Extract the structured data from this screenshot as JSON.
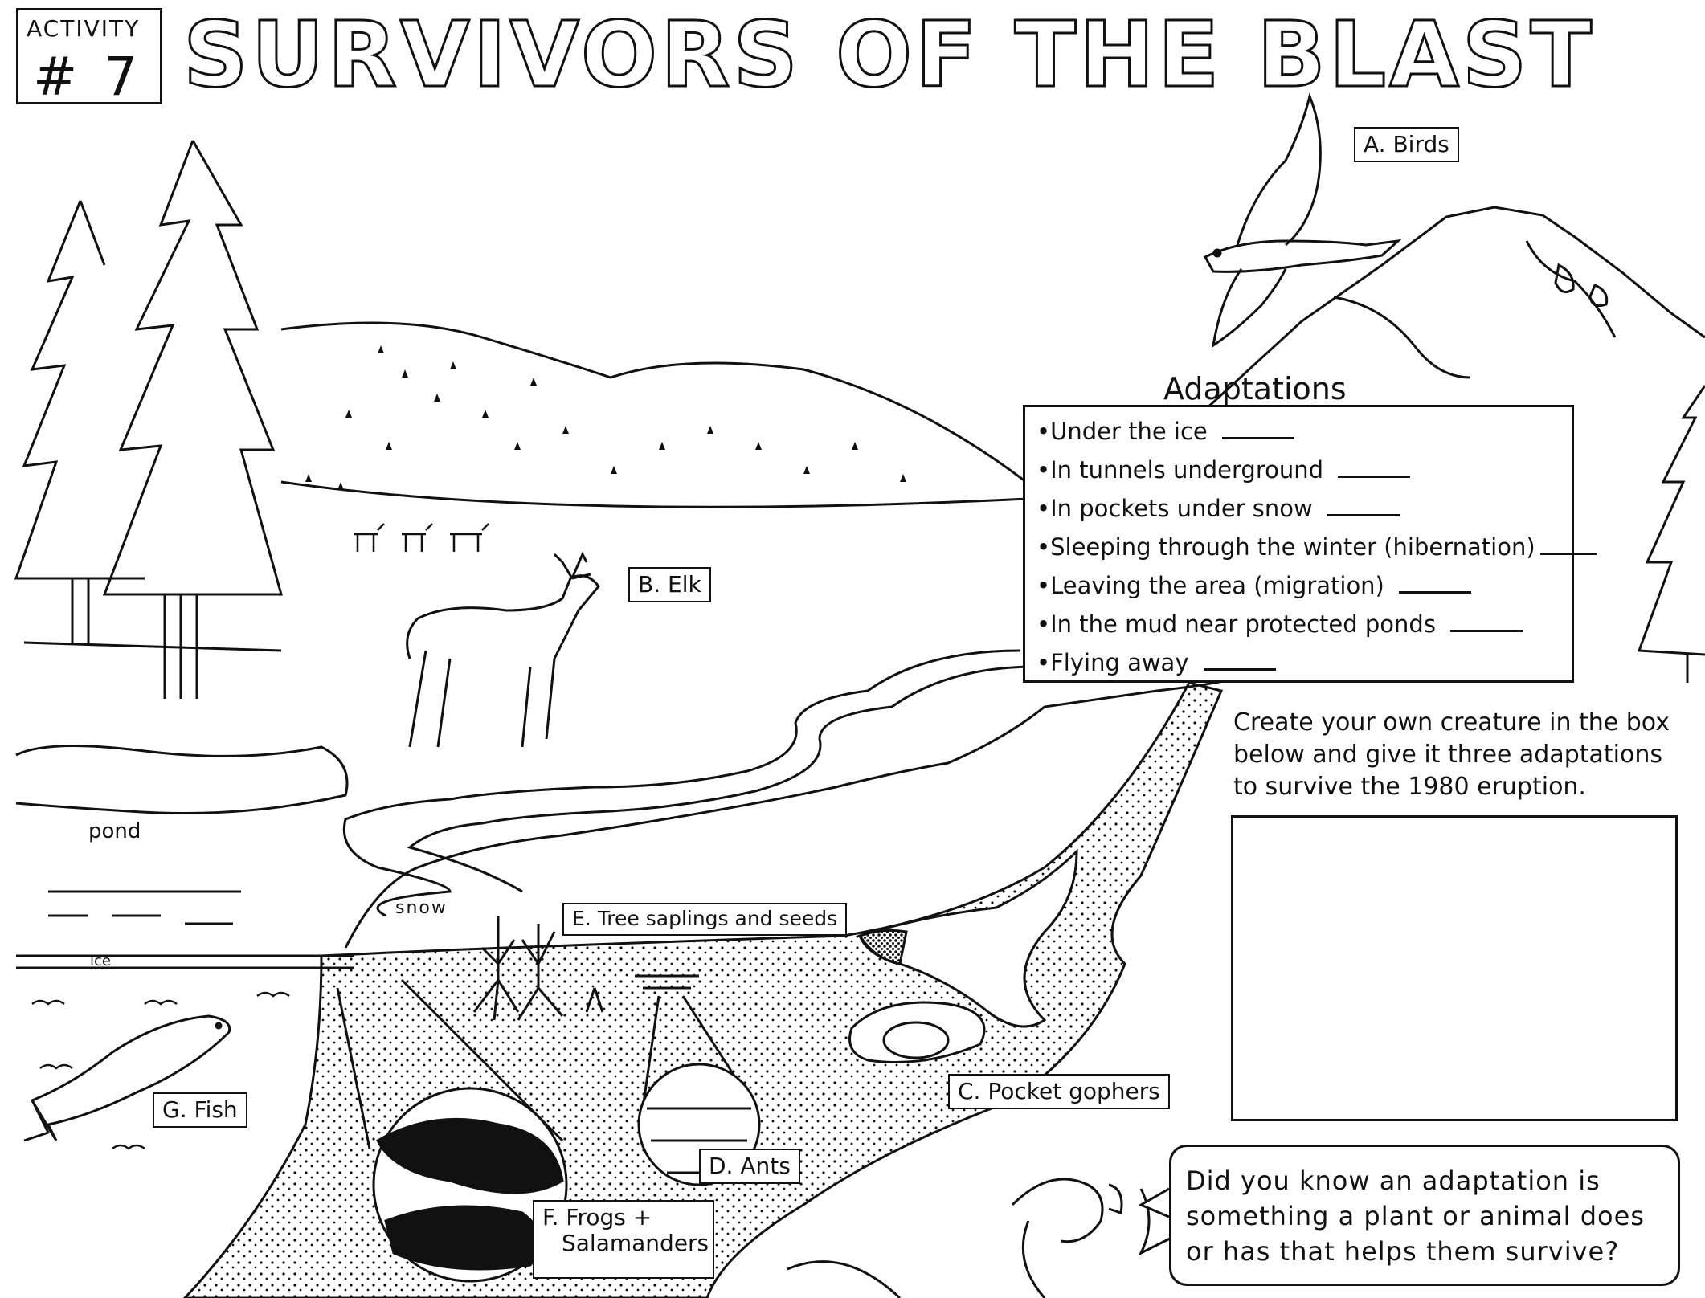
{
  "header": {
    "activity_word": "ACTIVITY",
    "activity_number": "# 7",
    "title": "SURVIVORS OF THE  BLAST"
  },
  "labels": {
    "birds": "A. Birds",
    "elk": "B. Elk",
    "pocket_gophers": "C. Pocket gophers",
    "ants": "D. Ants",
    "tree_saplings": "E. Tree saplings and seeds",
    "frogs_line1": "F. Frogs +",
    "frogs_line2": "Salamanders",
    "fish": "G. Fish",
    "pond": "pond",
    "snow": "snow",
    "ice": "ice"
  },
  "adaptations": {
    "heading": "Adaptations",
    "items": [
      "•Under the ice",
      "•In tunnels underground",
      "•In pockets under snow",
      "•Sleeping through the winter (hibernation)",
      "•Leaving the area (migration)",
      "•In the mud near protected ponds",
      "•Flying  away"
    ]
  },
  "create": {
    "instructions": "Create your own creature in the box below and give it three adaptations to survive the 1980 eruption."
  },
  "did_you_know": {
    "text": "Did you know an adaptation is something a plant or animal does or has that helps them survive?"
  },
  "colors": {
    "ink": "#111111",
    "paper": "#ffffff"
  }
}
